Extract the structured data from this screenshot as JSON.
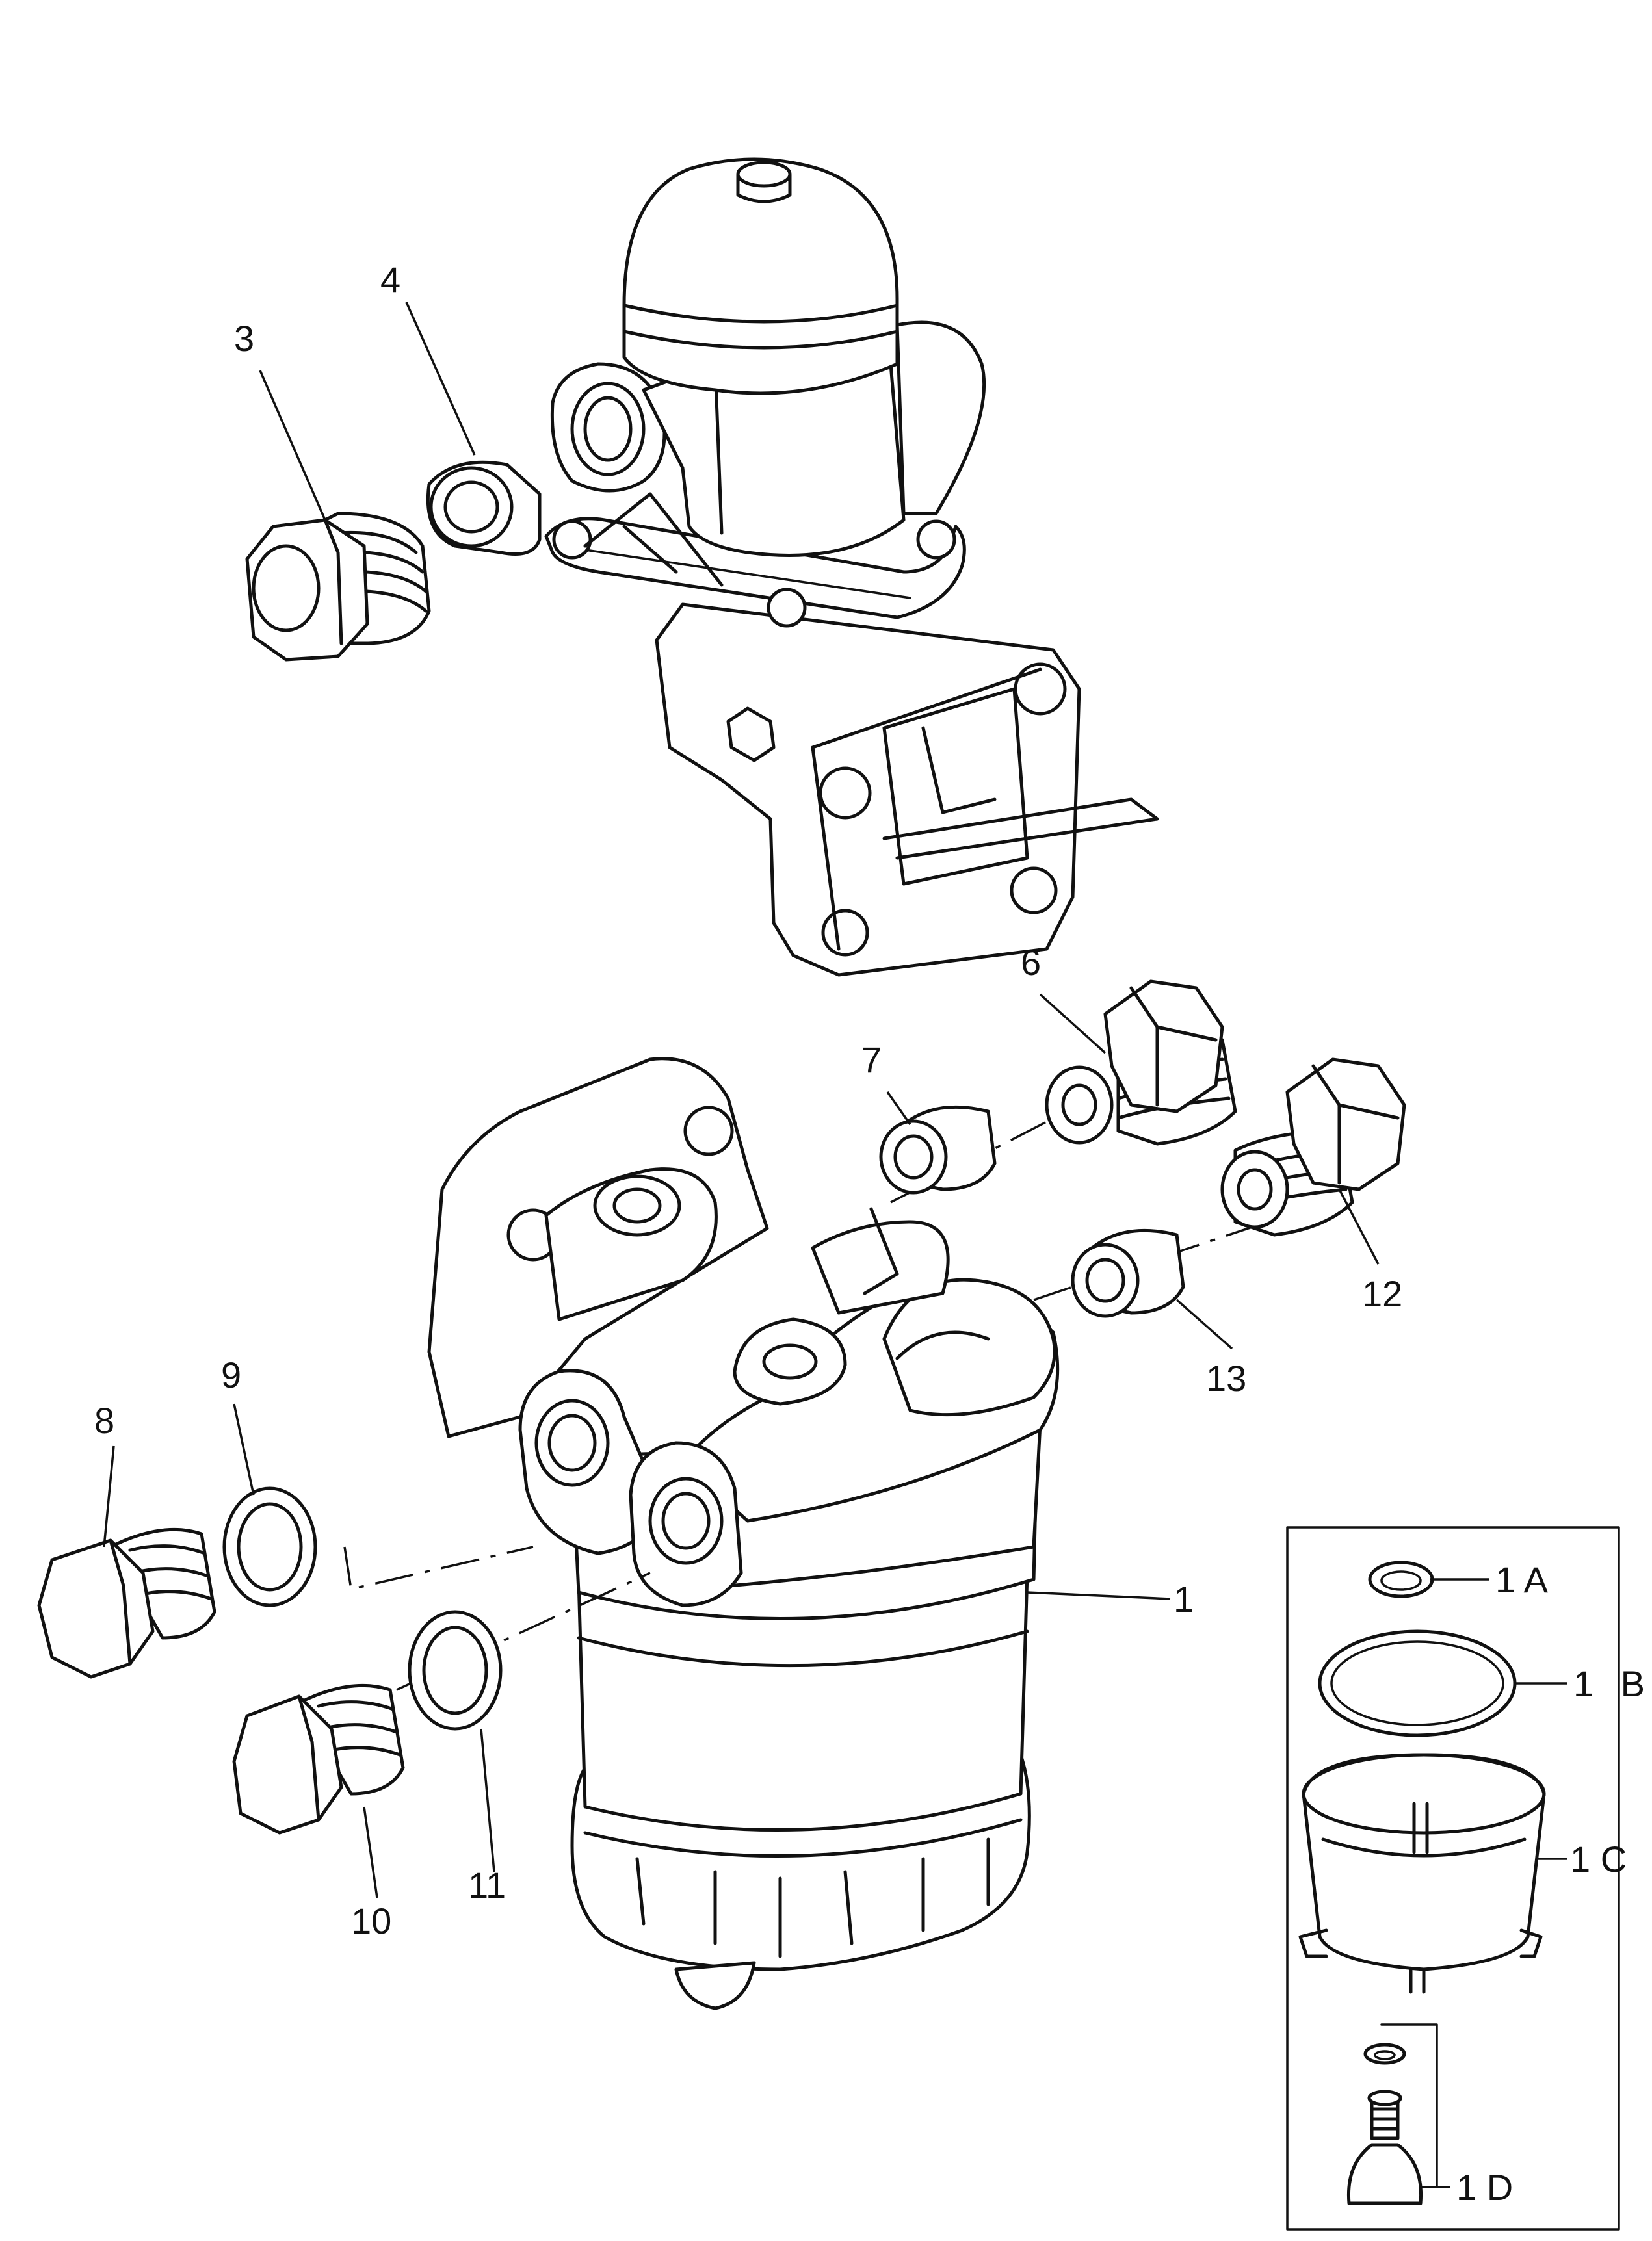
{
  "parts": {
    "p1": "1",
    "p1A": "1 A",
    "p1B": "1 B",
    "p1C": "1 C",
    "p1D": "1 D",
    "p3": "3",
    "p4": "4",
    "p6": "6",
    "p7": "7",
    "p8": "8",
    "p9": "9",
    "p10": "10",
    "p11": "11",
    "p12": "12",
    "p13": "13"
  }
}
